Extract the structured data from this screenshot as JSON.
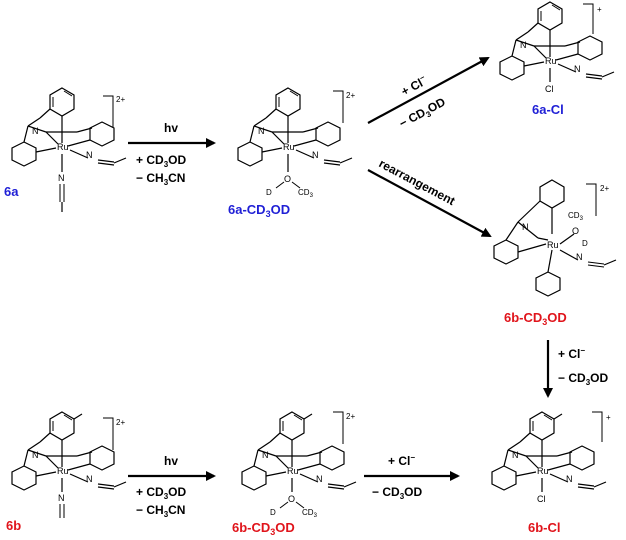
{
  "colors": {
    "blue": "#1f1fd6",
    "red": "#e0141b",
    "black": "#000000"
  },
  "atoms": {
    "ru": "Ru",
    "n": "N",
    "o": "O",
    "d": "D",
    "cd3": "CD",
    "three": "3",
    "cl": "Cl"
  },
  "compounds": {
    "c6a": {
      "label": "6a",
      "charge": "2+"
    },
    "c6a_cd3od": {
      "label_main": "6a-CD",
      "label_sub": "3",
      "label_end": "OD",
      "charge": "2+"
    },
    "c6a_cl": {
      "label": "6a-Cl",
      "charge": "+"
    },
    "c6b_cd3od_top": {
      "label_main": "6b-CD",
      "label_sub": "3",
      "label_end": "OD",
      "charge": "2+"
    },
    "c6b": {
      "label": "6b",
      "charge": "2+"
    },
    "c6b_cd3od": {
      "label_main": "6b-CD",
      "label_sub": "3",
      "label_end": "OD",
      "charge": "2+"
    },
    "c6b_cl": {
      "label": "6b-Cl",
      "charge": "+"
    }
  },
  "arrows": {
    "hv_top": {
      "above": "hv",
      "below1_a": "+ CD",
      "below1_sub": "3",
      "below1_b": "OD",
      "below2_a": "− CH",
      "below2_sub": "3",
      "below2_b": "CN"
    },
    "cl_top": {
      "above_a": "+ Cl",
      "above_sup": "−",
      "below_a": "− CD",
      "below_sub": "3",
      "below_b": "OD"
    },
    "rearr": {
      "label": "rearrangement"
    },
    "cl_down": {
      "line1_a": "+ Cl",
      "line1_sup": "−",
      "line2_a": "− CD",
      "line2_sub": "3",
      "line2_b": "OD"
    },
    "hv_bottom": {
      "above": "hv",
      "below1_a": "+ CD",
      "below1_sub": "3",
      "below1_b": "OD",
      "below2_a": "− CH",
      "below2_sub": "3",
      "below2_b": "CN"
    },
    "cl_bottom": {
      "above_a": "+ Cl",
      "above_sup": "−",
      "below_a": "− CD",
      "below_sub": "3",
      "below_b": "OD"
    }
  }
}
